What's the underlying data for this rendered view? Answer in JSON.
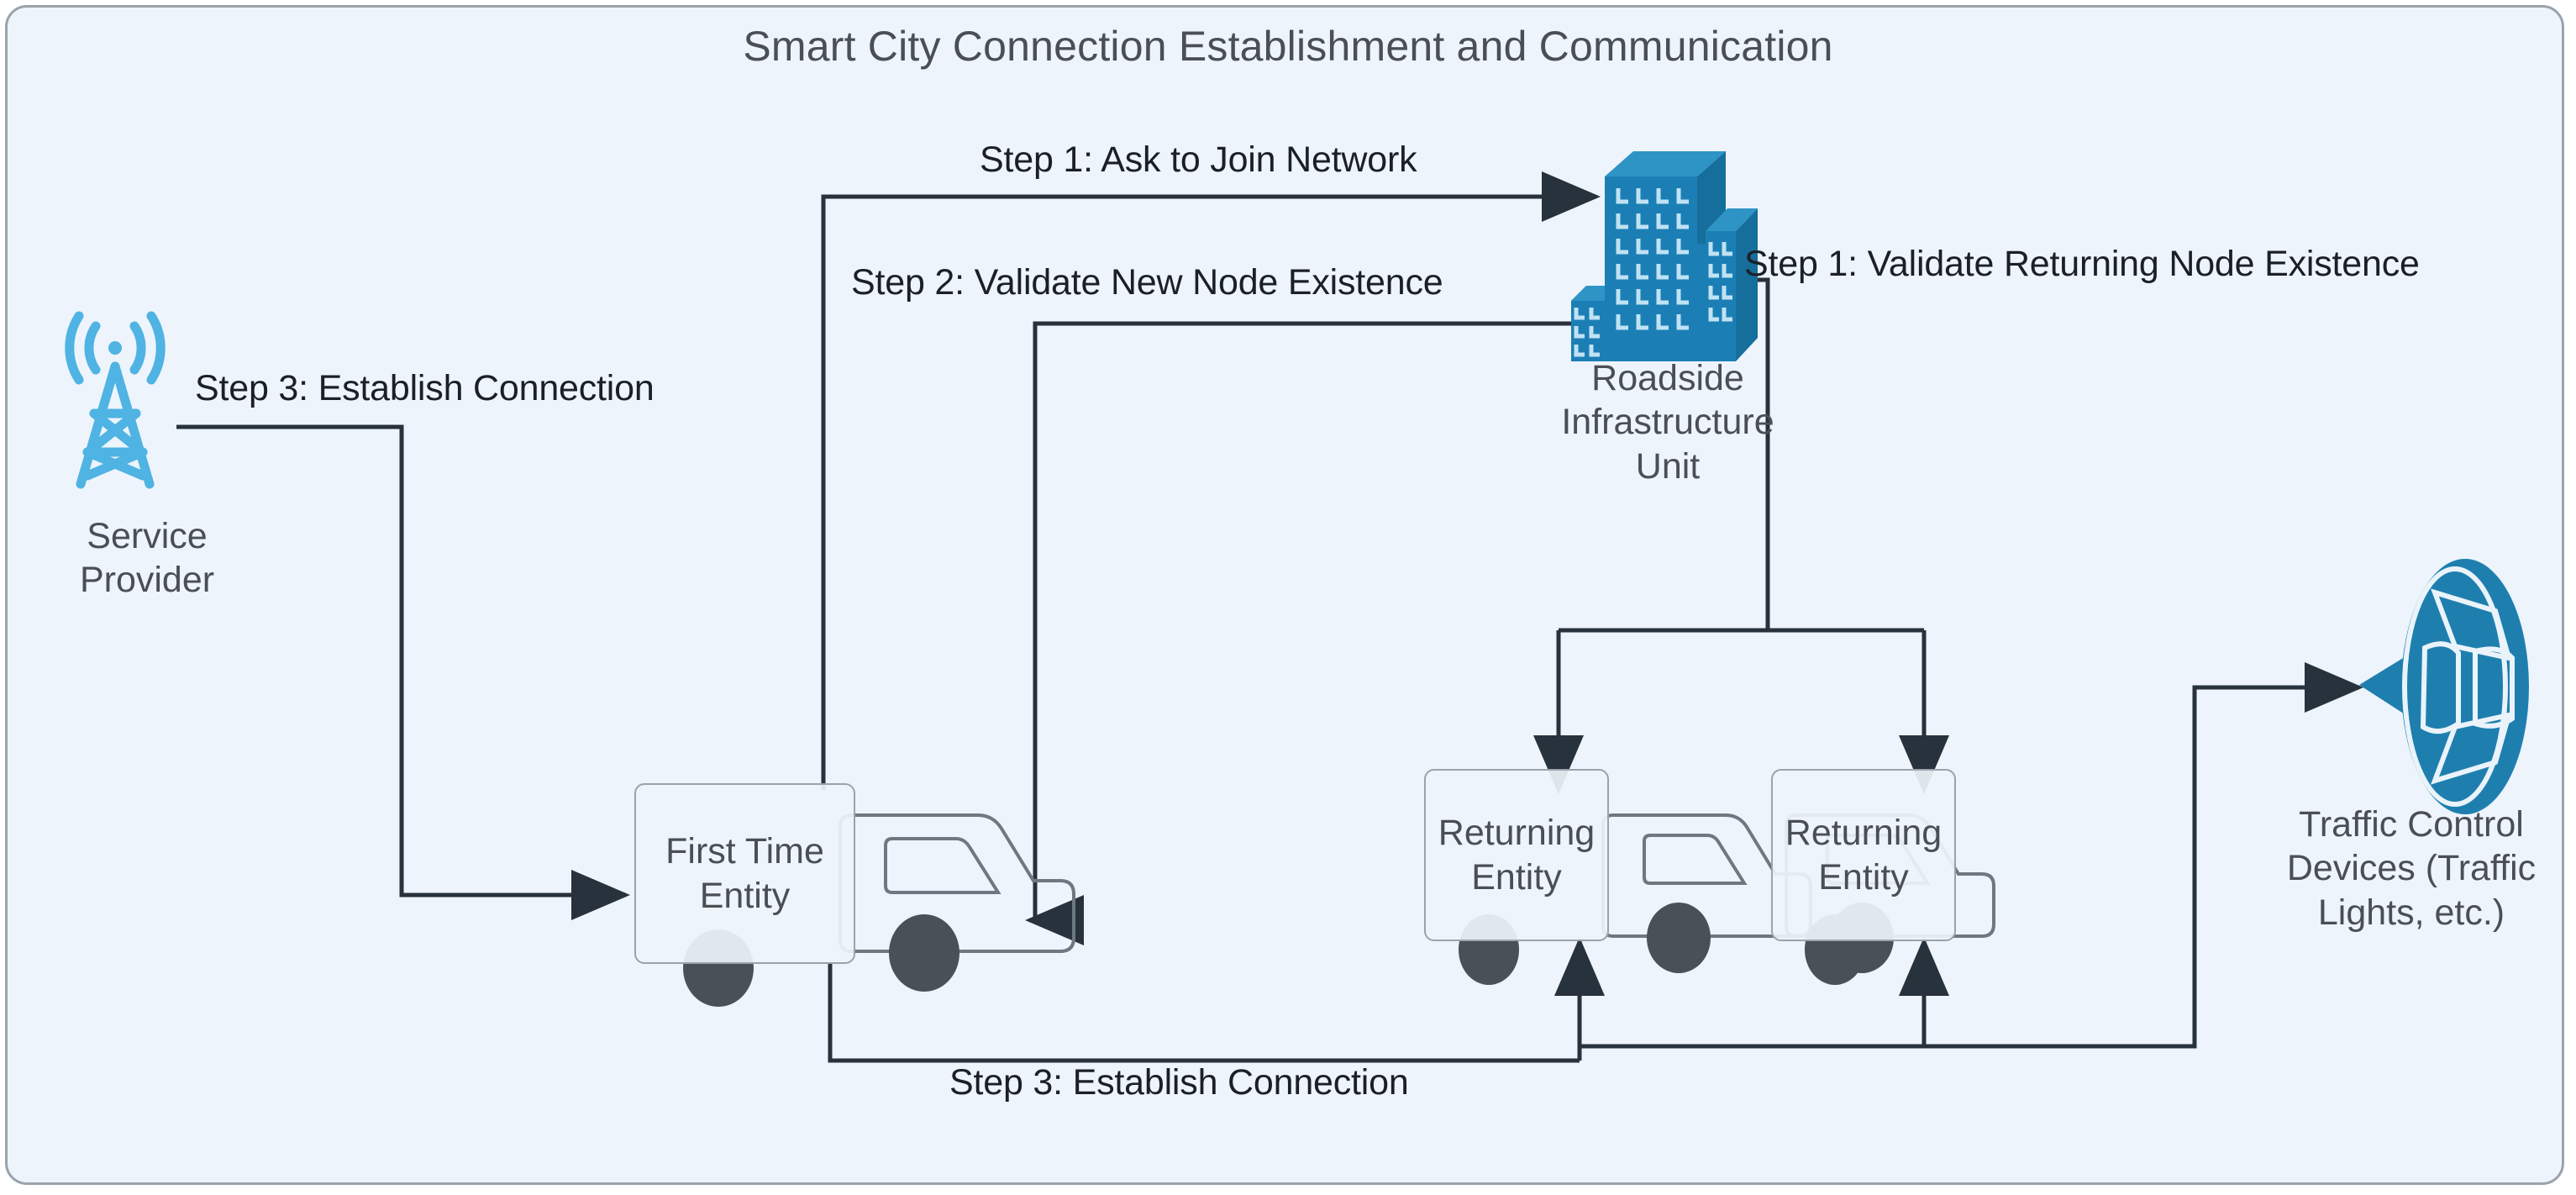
{
  "title": "Smart City Connection Establishment and Communication",
  "colors": {
    "canvas_background": "#EDF4FB",
    "canvas_border": "#9AA3AB",
    "title_text": "#4A4F56",
    "label_text": "#1B2026",
    "node_text": "#4A4F56",
    "connector": "#28323C",
    "tower_blue": "#4FB3E3",
    "building_blue": "#1B7FB5",
    "dish_blue": "#1E7FAF",
    "wheel_gray": "#4A5058",
    "vehicle_outline": "#6E7880"
  },
  "nodes": [
    {
      "id": "service-provider",
      "icon": "cell-tower-icon",
      "label_lines": [
        "Service",
        "Provider"
      ],
      "label": "Service Provider"
    },
    {
      "id": "roadside-infrastructure-unit",
      "icon": "city-buildings-icon",
      "label_lines": [
        "Roadside",
        "Infrastructure",
        "Unit"
      ],
      "label": "Roadside Infrastructure Unit"
    },
    {
      "id": "first-time-entity",
      "icon": "truck-icon",
      "label_lines": [
        "First Time",
        "Entity"
      ],
      "label": "First Time Entity"
    },
    {
      "id": "returning-entity-1",
      "icon": "truck-icon",
      "label_lines": [
        "Returning",
        "Entity"
      ],
      "label": "Returning Entity"
    },
    {
      "id": "returning-entity-2",
      "icon": "truck-icon",
      "label_lines": [
        "Returning",
        "Entity"
      ],
      "label": "Returning Entity"
    },
    {
      "id": "traffic-control-devices",
      "icon": "signal-dish-icon",
      "label_lines": [
        "Traffic Control",
        "Devices (Traffic",
        "Lights, etc.)"
      ],
      "label": "Traffic Control Devices (Traffic Lights, etc.)"
    }
  ],
  "edges": [
    {
      "id": "edge-step1-ask-to-join",
      "label": "Step 1: Ask to Join Network",
      "from": "first-time-entity",
      "to": "roadside-infrastructure-unit"
    },
    {
      "id": "edge-step2-validate-new-node",
      "label": "Step 2: Validate New Node Existence",
      "from": "roadside-infrastructure-unit",
      "to": "first-time-entity"
    },
    {
      "id": "edge-step3-establish-connection-left",
      "label": "Step 3: Establish Connection",
      "from": "service-provider",
      "to": "first-time-entity"
    },
    {
      "id": "edge-step1-validate-returning-node",
      "label": "Step 1: Validate Returning Node Existence",
      "from": "roadside-infrastructure-unit",
      "to": "returning-entity-1, returning-entity-2"
    },
    {
      "id": "edge-step3-establish-connection-bottom",
      "label": "Step 3: Establish Connection",
      "from": "first-time-entity",
      "to": "returning-entity-1, returning-entity-2, traffic-control-devices"
    }
  ],
  "labels": {
    "step1_ask_join": "Step 1: Ask to Join Network",
    "step2_validate_new": "Step 2: Validate New Node Existence",
    "step1_validate_returning": "Step 1: Validate Returning Node Existence",
    "step3_establish_left": "Step 3: Establish Connection",
    "step3_establish_bottom": "Step 3: Establish Connection",
    "service_provider_l1": "Service",
    "service_provider_l2": "Provider",
    "rsu_l1": "Roadside",
    "rsu_l2": "Infrastructure",
    "rsu_l3": "Unit",
    "first_time_entity": "First Time\nEntity",
    "returning_entity_1": "Returning\nEntity",
    "returning_entity_2": "Returning\nEntity",
    "traffic_l1": "Traffic Control",
    "traffic_l2": "Devices (Traffic",
    "traffic_l3": "Lights, etc.)"
  }
}
